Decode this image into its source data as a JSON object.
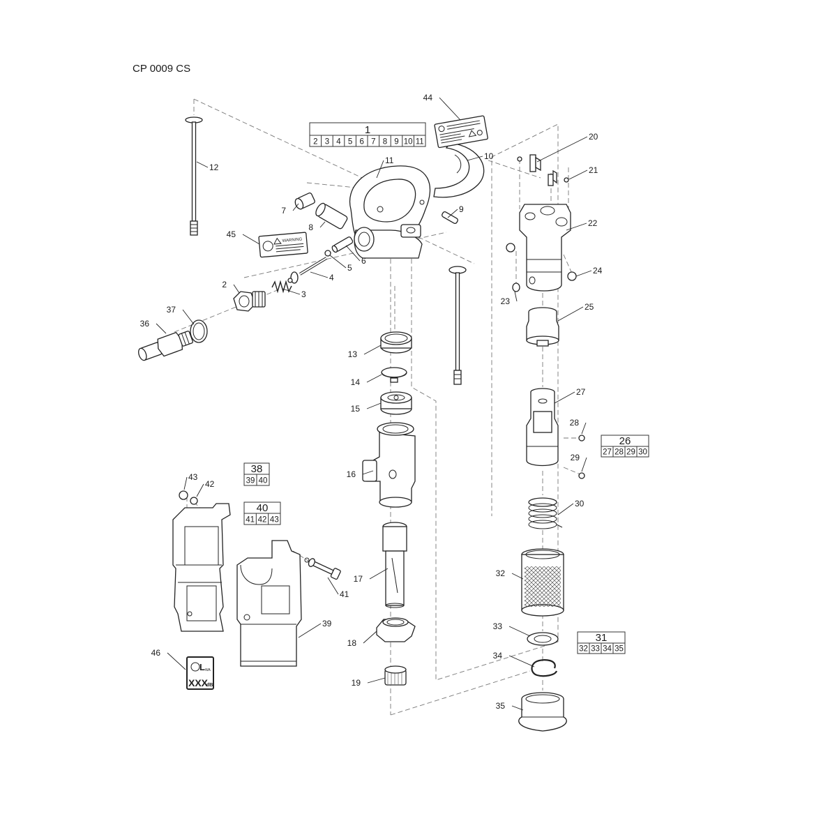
{
  "title": "CP 0009 CS",
  "groups": [
    {
      "head": "1",
      "items": [
        "2",
        "3",
        "4",
        "5",
        "6",
        "7",
        "8",
        "9",
        "10",
        "11"
      ]
    },
    {
      "head": "26",
      "items": [
        "27",
        "28",
        "29",
        "30"
      ]
    },
    {
      "head": "38",
      "items": [
        "39",
        "40"
      ]
    },
    {
      "head": "40",
      "items": [
        "41",
        "42",
        "43"
      ]
    },
    {
      "head": "31",
      "items": [
        "32",
        "33",
        "34",
        "35"
      ]
    }
  ],
  "callouts": [
    "2",
    "3",
    "4",
    "5",
    "6",
    "7",
    "8",
    "9",
    "10",
    "11",
    "12",
    "13",
    "14",
    "15",
    "16",
    "17",
    "18",
    "19",
    "20",
    "21",
    "22",
    "23",
    "24",
    "25",
    "27",
    "28",
    "29",
    "30",
    "32",
    "33",
    "34",
    "35",
    "36",
    "37",
    "39",
    "41",
    "42",
    "43",
    "44",
    "45",
    "46"
  ],
  "labels": {
    "warning_label": "WARNING",
    "sound_label_mark": "L",
    "sound_label_sub": "WA",
    "sound_label_value": "XXX",
    "sound_label_unit": "dB"
  },
  "icons": [
    "warning-sticker-icon",
    "data-plate-icon",
    "sound-power-label-icon"
  ]
}
